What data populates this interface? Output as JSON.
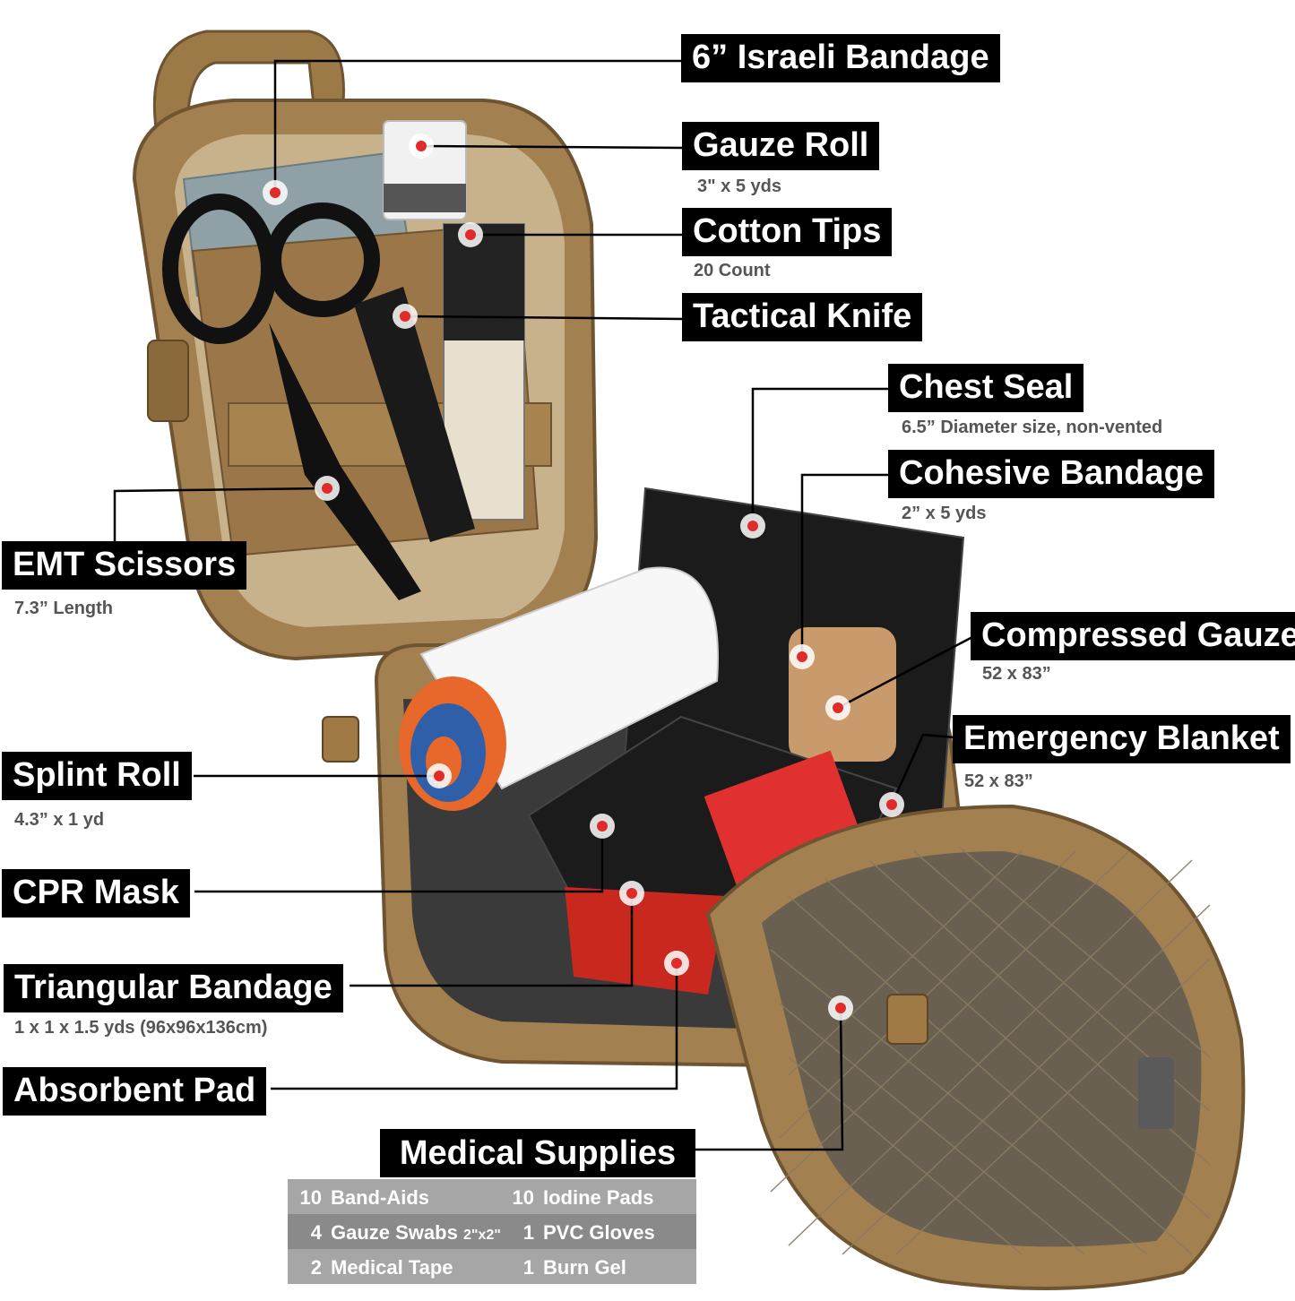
{
  "callouts": [
    {
      "id": "israeli-bandage",
      "label": "6” Israeli Bandage",
      "sub": ""
    },
    {
      "id": "gauze-roll",
      "label": "Gauze Roll",
      "sub": "3\" x 5 yds"
    },
    {
      "id": "cotton-tips",
      "label": "Cotton Tips",
      "sub": "20 Count"
    },
    {
      "id": "tactical-knife",
      "label": "Tactical Knife",
      "sub": ""
    },
    {
      "id": "chest-seal",
      "label": "Chest Seal",
      "sub": "6.5” Diameter size, non-vented"
    },
    {
      "id": "cohesive-bandage",
      "label": "Cohesive Bandage",
      "sub": "2” x 5 yds"
    },
    {
      "id": "compressed-gauze",
      "label": "Compressed Gauze",
      "sub": "52 x 83”"
    },
    {
      "id": "emergency-blanket",
      "label": "Emergency Blanket",
      "sub": "52 x 83”"
    },
    {
      "id": "emt-scissors",
      "label": "EMT Scissors",
      "sub": "7.3” Length"
    },
    {
      "id": "splint-roll",
      "label": "Splint Roll",
      "sub": "4.3” x 1 yd"
    },
    {
      "id": "cpr-mask",
      "label": "CPR Mask",
      "sub": ""
    },
    {
      "id": "triangular-bandage",
      "label": "Triangular Bandage",
      "sub": "1 x 1 x 1.5 yds (96x96x136cm)"
    },
    {
      "id": "absorbent-pad",
      "label": "Absorbent Pad",
      "sub": ""
    }
  ],
  "medical_supplies": {
    "title": "Medical Supplies",
    "rows": [
      {
        "left_qty": "10",
        "left_item": "Band-Aids",
        "left_note": "",
        "right_qty": "10",
        "right_item": "Iodine Pads"
      },
      {
        "left_qty": "4",
        "left_item": "Gauze Swabs",
        "left_note": "2\"x2\"",
        "right_qty": "1",
        "right_item": "PVC Gloves"
      },
      {
        "left_qty": "2",
        "left_item": "Medical Tape",
        "left_note": "",
        "right_qty": "1",
        "right_item": "Burn Gel"
      }
    ]
  },
  "colors": {
    "pouch": "#a07a45",
    "pouch_dark": "#7a5a30",
    "label_bg": "#000000",
    "label_text": "#ffffff",
    "marker": "#e02b2b",
    "table_light": "#a6a6a6",
    "table_dark": "#8a8a8a"
  }
}
